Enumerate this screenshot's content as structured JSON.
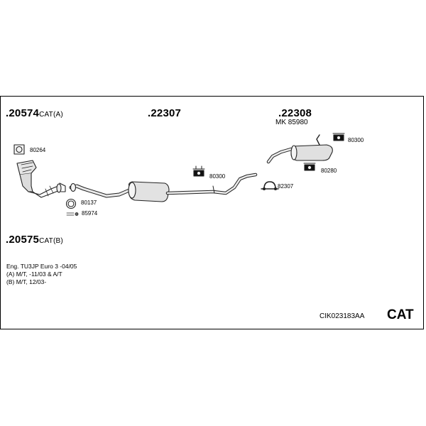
{
  "kit": {
    "part_a": {
      "number": ".20574",
      "suffix": "CAT(A)"
    },
    "part_b": {
      "number": ".20575",
      "suffix": "CAT(B)"
    },
    "part_mid": {
      "number": ".22307"
    },
    "part_rear": {
      "number": ".22308",
      "sub": "MK 85980"
    }
  },
  "callouts": {
    "c80264": "80264",
    "c80137": "80137",
    "c85974": "85974",
    "c80300a": "80300",
    "c82307": "82307",
    "c80300b": "80300",
    "c80280": "80280"
  },
  "notes": {
    "line1": "Eng. TU3JP   Euro 3   -04/05",
    "line2": "(A) M/T, -11/03 & A/T",
    "line3": "(B) M/T, 12/03-"
  },
  "footer": {
    "code": "CIK023183AA",
    "badge": "CAT"
  }
}
